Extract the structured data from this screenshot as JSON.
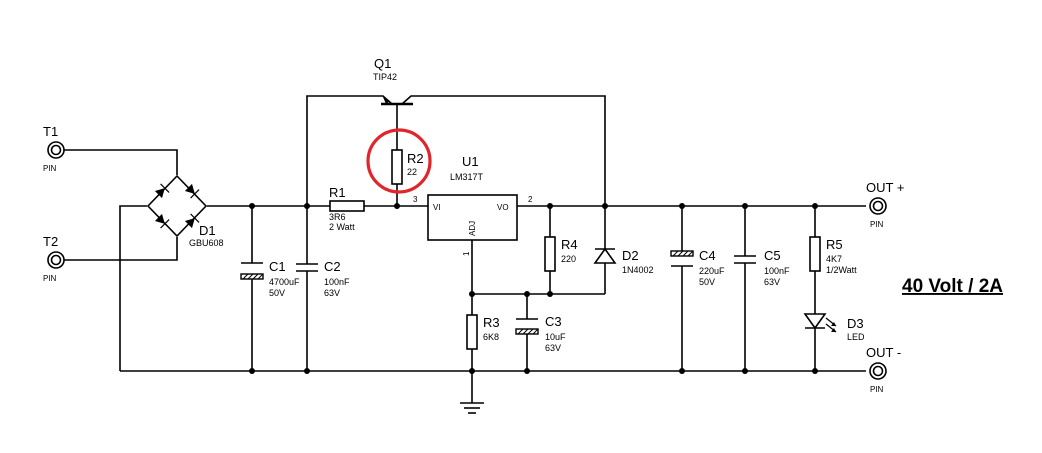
{
  "title": "40 Volt / 2A",
  "highlight_color": "#e0262b",
  "terminals": {
    "t1": {
      "ref": "T1",
      "type": "PIN"
    },
    "t2": {
      "ref": "T2",
      "type": "PIN"
    },
    "out_pos": {
      "ref": "OUT +",
      "type": "PIN"
    },
    "out_neg": {
      "ref": "OUT -",
      "type": "PIN"
    }
  },
  "components": {
    "q1": {
      "ref": "Q1",
      "value": "TIP42"
    },
    "d1": {
      "ref": "D1",
      "value": "GBU608"
    },
    "r1": {
      "ref": "R1",
      "value": "3R6",
      "rating": "2 Watt"
    },
    "r2": {
      "ref": "R2",
      "value": "22"
    },
    "u1": {
      "ref": "U1",
      "value": "LM317T",
      "pin_vi": "VI",
      "pin_vo": "VO",
      "pin_adj": "ADJ",
      "pin3": "3",
      "pin2": "2",
      "pin1": "1"
    },
    "c1": {
      "ref": "C1",
      "value": "4700uF",
      "rating": "50V"
    },
    "c2": {
      "ref": "C2",
      "value": "100nF",
      "rating": "63V"
    },
    "r3": {
      "ref": "R3",
      "value": "6K8"
    },
    "c3": {
      "ref": "C3",
      "value": "10uF",
      "rating": "63V"
    },
    "r4": {
      "ref": "R4",
      "value": "220"
    },
    "d2": {
      "ref": "D2",
      "value": "1N4002"
    },
    "c4": {
      "ref": "C4",
      "value": "220uF",
      "rating": "50V"
    },
    "c5": {
      "ref": "C5",
      "value": "100nF",
      "rating": "63V"
    },
    "r5": {
      "ref": "R5",
      "value": "4K7",
      "rating": "1/2Watt"
    },
    "d3": {
      "ref": "D3",
      "value": "LED"
    }
  }
}
